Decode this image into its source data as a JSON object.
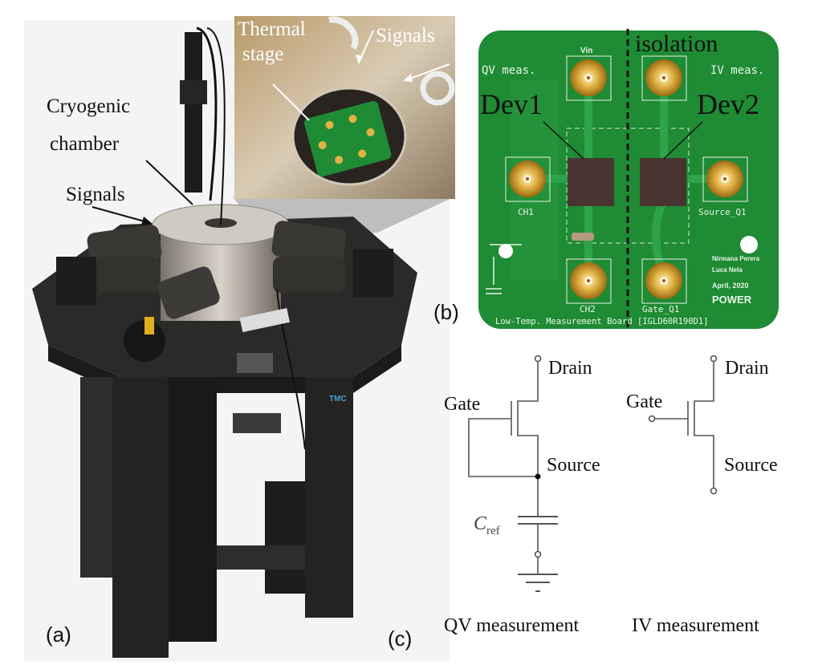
{
  "panel_a": {
    "label": "(a)",
    "callouts": {
      "cryogenic_chamber": [
        "Cryogenic",
        "chamber"
      ],
      "signals": "Signals"
    },
    "inset": {
      "thermal_stage": [
        "Thermal",
        "stage"
      ],
      "signals": "Signals"
    },
    "logo_text": "TMC"
  },
  "panel_b": {
    "label": "(b)",
    "isolation": "isolation",
    "dev1": "Dev1",
    "dev2": "Dev2",
    "qv_meas": "QV meas.",
    "iv_meas": "IV meas.",
    "connectors": {
      "vin": "Vin",
      "ch1": "CH1",
      "ch2": "CH2",
      "source_q1": "Source_Q1",
      "gate_q1": "Gate_Q1"
    },
    "authors": [
      "Nirmana Perera",
      "Luca Nela"
    ],
    "date": "April, 2020",
    "logo": "POWER",
    "board_title": "Low-Temp. Measurement Board [IGLD60R190D1]",
    "colors": {
      "pcb": "#1f8b35",
      "gold": "#d9a93a"
    }
  },
  "panel_c": {
    "label": "(c)",
    "qv": {
      "drain": "Drain",
      "gate": "Gate",
      "source": "Source",
      "cref_main": "C",
      "cref_sub": "ref",
      "caption": "QV measurement"
    },
    "iv": {
      "drain": "Drain",
      "gate": "Gate",
      "source": "Source",
      "caption": "IV measurement"
    }
  }
}
